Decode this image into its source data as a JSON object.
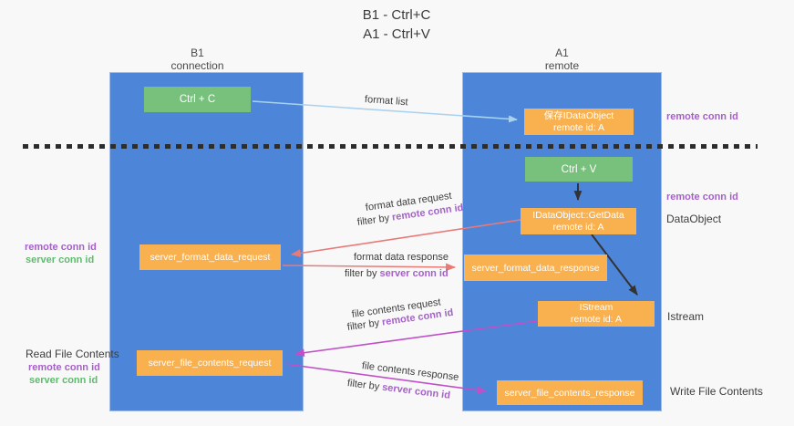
{
  "title": {
    "line1": "B1 - Ctrl+C",
    "line2": "A1 - Ctrl+V"
  },
  "lanes": {
    "left": {
      "name": "B1",
      "role": "connection"
    },
    "right": {
      "name": "A1",
      "role": "remote"
    }
  },
  "nodes": {
    "ctrl_c": {
      "label": "Ctrl + C"
    },
    "ctrl_v": {
      "label": "Ctrl + V"
    },
    "saved_dataobject": {
      "line1": "保存IDataObject",
      "line2": "remote id: A"
    },
    "getdata": {
      "line1": "IDataObject::GetData",
      "line2": "remote id: A"
    },
    "istream": {
      "line1": "IStream",
      "line2": "remote id: A"
    },
    "format_request": {
      "label": "server_format_data_request"
    },
    "format_response": {
      "label": "server_format_data_response"
    },
    "file_request": {
      "label": "server_file_contents_request"
    },
    "file_response": {
      "label": "server_file_contents_response"
    }
  },
  "annotations": {
    "format_list": "format list",
    "format_data_request": "format data request",
    "format_data_response": "format data response",
    "file_contents_request": "file contents request",
    "file_contents_response": "file contents response",
    "filter_by": "filter by ",
    "remote_conn_id": "remote conn id",
    "server_conn_id": "server conn id"
  },
  "side_labels": {
    "read_file_contents": "Read File Contents",
    "write_file_contents": "Write File Contents",
    "dataobject": "DataObject",
    "istream": "Istream"
  },
  "colors": {
    "lane_blue": "#4d86d8",
    "node_green": "#77c17d",
    "node_orange": "#f9b04e",
    "arrow_salmon": "#e87a78",
    "arrow_magenta": "#c050c8",
    "arrow_lightblue": "#a9d2f0",
    "arrow_black": "#333333",
    "text_purple": "#a561c8",
    "text_green": "#5fbb6e"
  }
}
